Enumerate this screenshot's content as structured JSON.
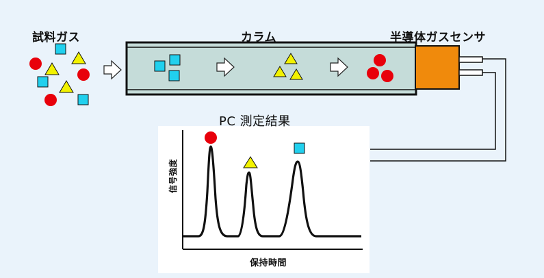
{
  "labels": {
    "sample_gas": "試料ガス",
    "column": "カラム",
    "sensor": "半導体ガスセンサ",
    "pc_result": "PC 測定結果",
    "y_axis": "信号強度",
    "x_axis": "保持時間"
  },
  "colors": {
    "background": "#eaf3fb",
    "column_fill": "#c5dcd9",
    "sensor_fill": "#f08a0c",
    "circle_red": "#e8000b",
    "square_cyan": "#21d0ee",
    "triangle_yellow": "#f2f200",
    "signal_line": "#111111"
  },
  "icons": {
    "circle": "red-circle-molecule",
    "triangle": "yellow-triangle-molecule",
    "square": "cyan-square-molecule",
    "arrow": "white-flow-arrow"
  },
  "chart_data": {
    "type": "line",
    "title": "PC 測定結果",
    "xlabel": "保持時間",
    "ylabel": "信号強度",
    "peaks": [
      {
        "marker": "circle",
        "relative_height": 1.0,
        "relative_position": 0.16
      },
      {
        "marker": "triangle",
        "relative_height": 0.72,
        "relative_position": 0.38
      },
      {
        "marker": "square",
        "relative_height": 0.82,
        "relative_position": 0.64
      }
    ]
  }
}
